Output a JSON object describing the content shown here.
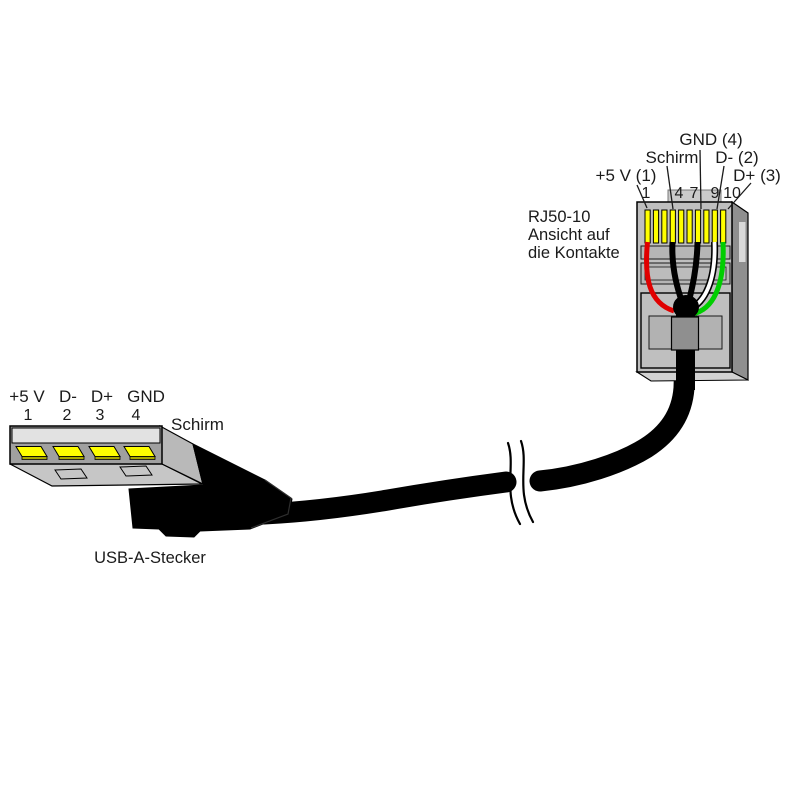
{
  "rj50": {
    "caption": {
      "line1": "RJ50-10",
      "line2": "Ansicht auf",
      "line3": "die Kontakte"
    },
    "labels": {
      "plus5v": "+5 V (1)",
      "schirm": "Schirm",
      "gnd": "GND (4)",
      "dminus": "D- (2)",
      "dplus": "D+ (3)"
    },
    "pin_numbers": [
      "1",
      "4",
      "7",
      "9",
      "10"
    ],
    "pin_count": 10
  },
  "usb": {
    "caption": "USB-A-Stecker",
    "labels": [
      "+5 V",
      "D-",
      "D+",
      "GND"
    ],
    "pin_numbers": [
      "1",
      "2",
      "3",
      "4"
    ],
    "shield_label": "Schirm"
  },
  "connections": [
    {
      "usb_signal": "+5 V",
      "usb_pin": "1",
      "rj50_pin": "1",
      "wire_color": "red"
    },
    {
      "usb_signal": "Schirm",
      "usb_pin": "shield",
      "rj50_pin": "4",
      "wire_color": "black"
    },
    {
      "usb_signal": "GND",
      "usb_pin": "4",
      "rj50_pin": "7",
      "wire_color": "black"
    },
    {
      "usb_signal": "D-",
      "usb_pin": "2",
      "rj50_pin": "9",
      "wire_color": "white"
    },
    {
      "usb_signal": "D+",
      "usb_pin": "3",
      "rj50_pin": "10",
      "wire_color": "green"
    }
  ],
  "colors": {
    "wire_red": "#e00000",
    "wire_green": "#00ce00",
    "wire_white": "#ffffff",
    "wire_black": "#000000",
    "contact_yellow": "#ffff00",
    "connector_gray": "#bfbfbf",
    "connector_side_gray": "#8f8f8f"
  }
}
